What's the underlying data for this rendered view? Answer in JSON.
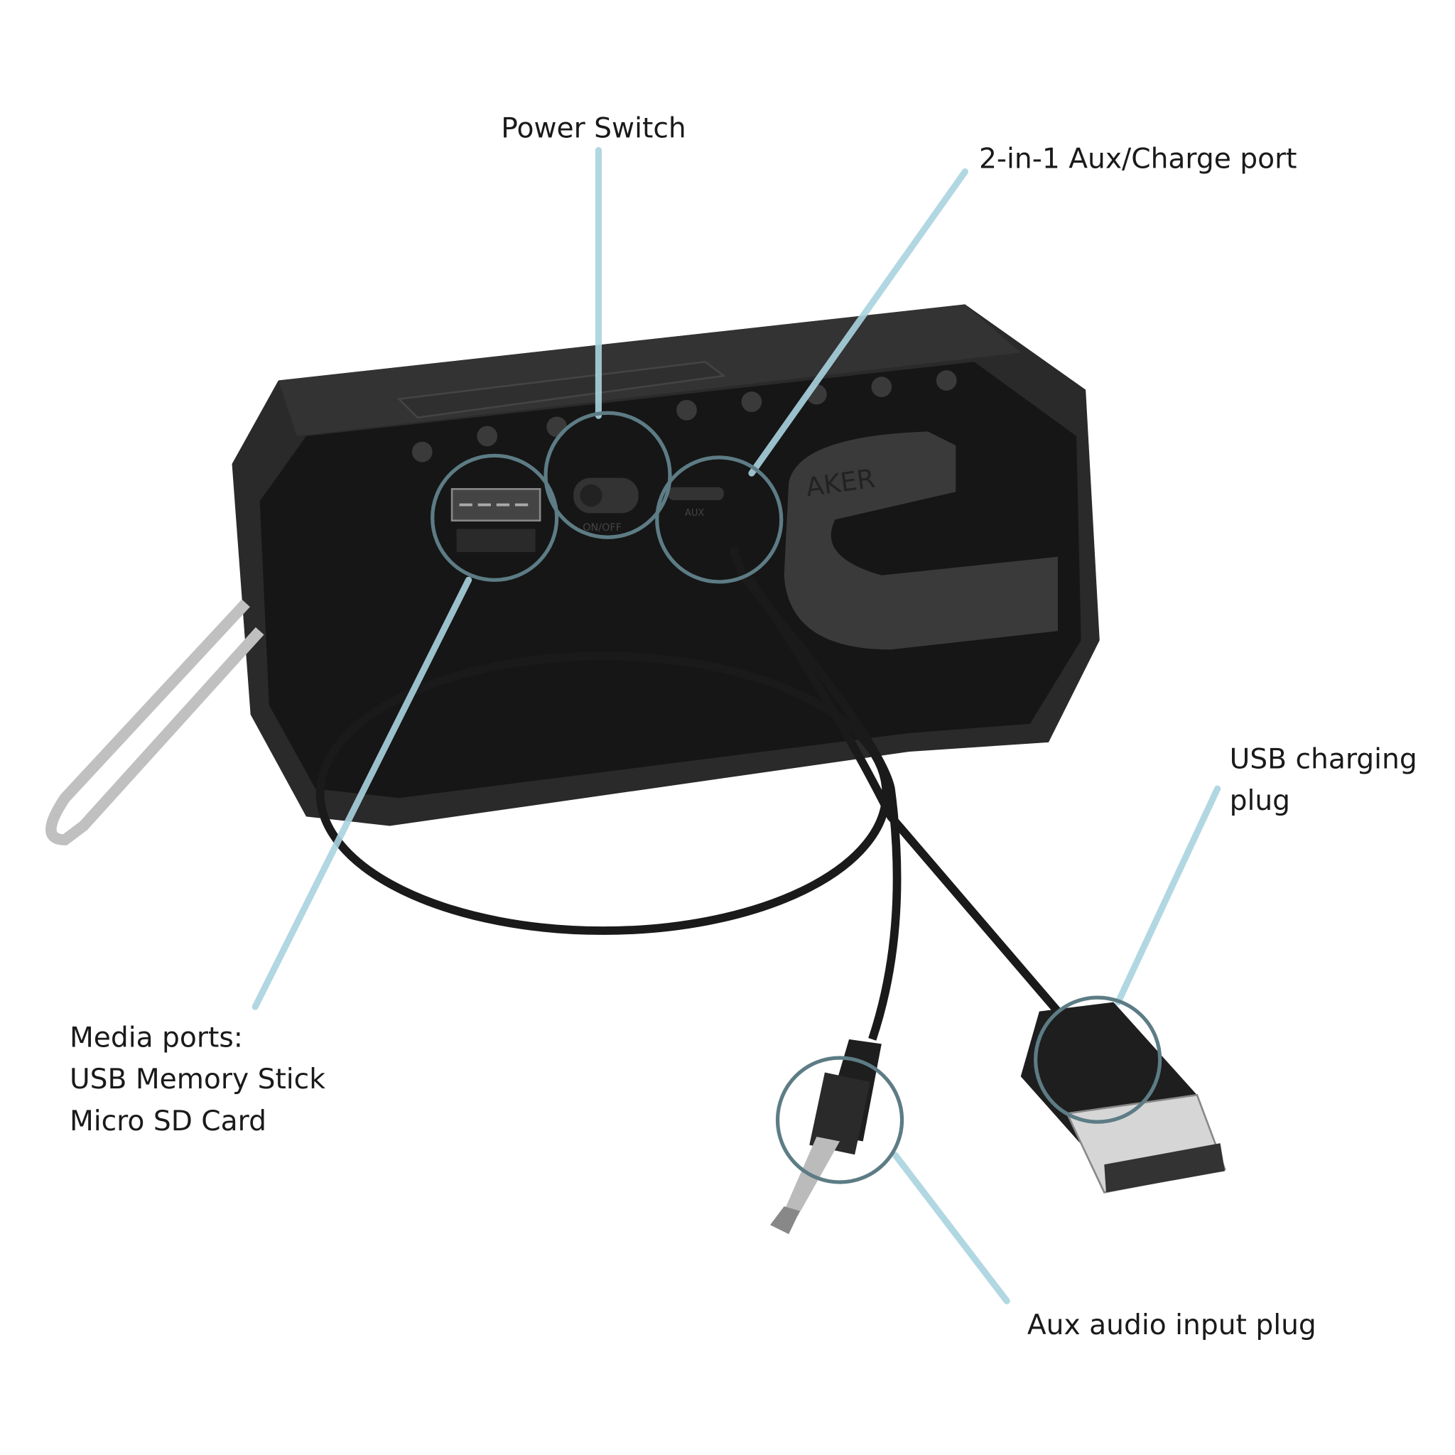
{
  "labels": {
    "power_switch": "Power Switch",
    "aux_charge_port": "2-in-1 Aux/Charge port",
    "usb_charging_plug": [
      "USB charging",
      "plug"
    ],
    "media_ports": [
      "Media ports:",
      "USB Memory Stick",
      "Micro SD Card"
    ],
    "aux_audio_plug": "Aux audio input plug"
  },
  "product": {
    "strap_logo": "AKER",
    "port_marks": [
      "ON/OFF",
      "AUX"
    ]
  },
  "colors": {
    "callout_line": "#a9d3df",
    "callout_ring": "#5d7c85",
    "speaker_body": "#1c1c1c"
  }
}
